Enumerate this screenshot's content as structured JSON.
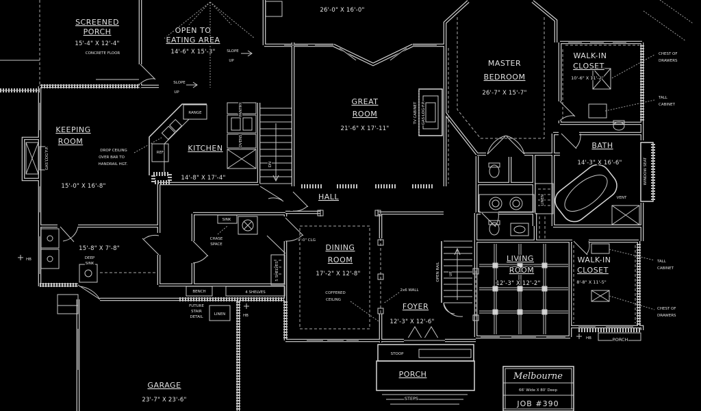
{
  "colors": {
    "background": "#000000",
    "line": "#d4d4d4"
  },
  "rooms": {
    "screened_porch": {
      "name1": "SCREENED",
      "name2": "PORCH",
      "dim": "15'-4\" X 12'-4\"",
      "note": "CONCRETE FLOOR"
    },
    "eating": {
      "name1": "OPEN TO",
      "name2": "EATING AREA",
      "dim": "14'-6\" X 15'-3\"",
      "slope": "SLOPE",
      "up": "UP"
    },
    "deck": {
      "dim": "26'-0\" X 16'-0\""
    },
    "great": {
      "name1": "GREAT",
      "name2": "ROOM",
      "dim": "21'-6\" X 17'-11\""
    },
    "master": {
      "name1": "MASTER",
      "name2": "BEDROOM",
      "dim": "26'-7\" X 15'-7\""
    },
    "wic1": {
      "name1": "WALK-IN",
      "name2": "CLOSET",
      "dim": "10'-6\" X 11'-2\""
    },
    "keeping": {
      "name1": "KEEPING",
      "name2": "ROOM",
      "dim": "15'-0\" X 16'-8\""
    },
    "kitchen": {
      "name": "KITCHEN",
      "dim": "14'-8\" X 17'-4\""
    },
    "bath": {
      "name": "BATH",
      "dim": "14'-3\" X 16'-6\""
    },
    "hall": {
      "name": "HALL"
    },
    "laundry": {
      "dim": "15'-8\" X 7'-8\"",
      "sink1": "DEEP",
      "sink2": "SINK"
    },
    "dining": {
      "name1": "DINING",
      "name2": "ROOM",
      "dim": "17'-2\" X 12'-8\""
    },
    "living": {
      "name1": "LIVING",
      "name2": "ROOM",
      "dim": "12'-3\" X 12'-2\""
    },
    "wic2": {
      "name1": "WALK-IN",
      "name2": "CLOSET",
      "dim": "8'-8\" X 11'-5\""
    },
    "foyer": {
      "name": "FOYER",
      "dim": "12'-3\" X 12'-6\""
    },
    "garage": {
      "name": "GARAGE",
      "dim": "23'-7\" X 23'-6\""
    },
    "porch": {
      "name": "PORCH",
      "steps": "STEPS",
      "stoop": "STOOP"
    },
    "porch2": {
      "name": "PORCH"
    }
  },
  "annotations": {
    "chest1a": "CHEST OF",
    "chest1b": "DRAWERS",
    "tall1a": "TALL",
    "tall1b": "CABINET",
    "tall2a": "TALL",
    "tall2b": "CABINET",
    "chest2a": "CHEST OF",
    "chest2b": "DRAWERS",
    "drop1": "DROP CEILING",
    "drop2": "OVER BAR TO",
    "drop3": "HANDRAIL HGT.",
    "coffered1": "COFFERED",
    "coffered2": "CEILING",
    "wall2x6": "2x6 WALL",
    "chase1": "CHASE",
    "chase2": "SPACE",
    "shelves4": "4 SHELVES",
    "shelves5": "5 SHELVES",
    "bench": "BENCH",
    "linen_hall": "LINEN",
    "future1": "FUTURE",
    "future2": "STAIR",
    "future3": "DETAIL",
    "hb": "HB",
    "sink_butler": "SINK",
    "ref": "REF",
    "range": "RANGE",
    "pantry": "PANTRY",
    "ovens": "OVENS",
    "tv_cabinet": "TV CABINET",
    "gas_log": "GAS LOG F.P.",
    "gas_log_keeping": "GAS LOG F.P.",
    "window_seat": "WINDOW SEAT",
    "vent": "VENT",
    "dn": "DN",
    "up": "UP",
    "open_rail": "OPEN RAIL",
    "linen_master": "LINEN",
    "clg": "9'-0\" CLG"
  },
  "title_block": {
    "line1": "Melbourne",
    "line2": "66' Wide X 80' Deep",
    "line3": "JOB #390"
  }
}
